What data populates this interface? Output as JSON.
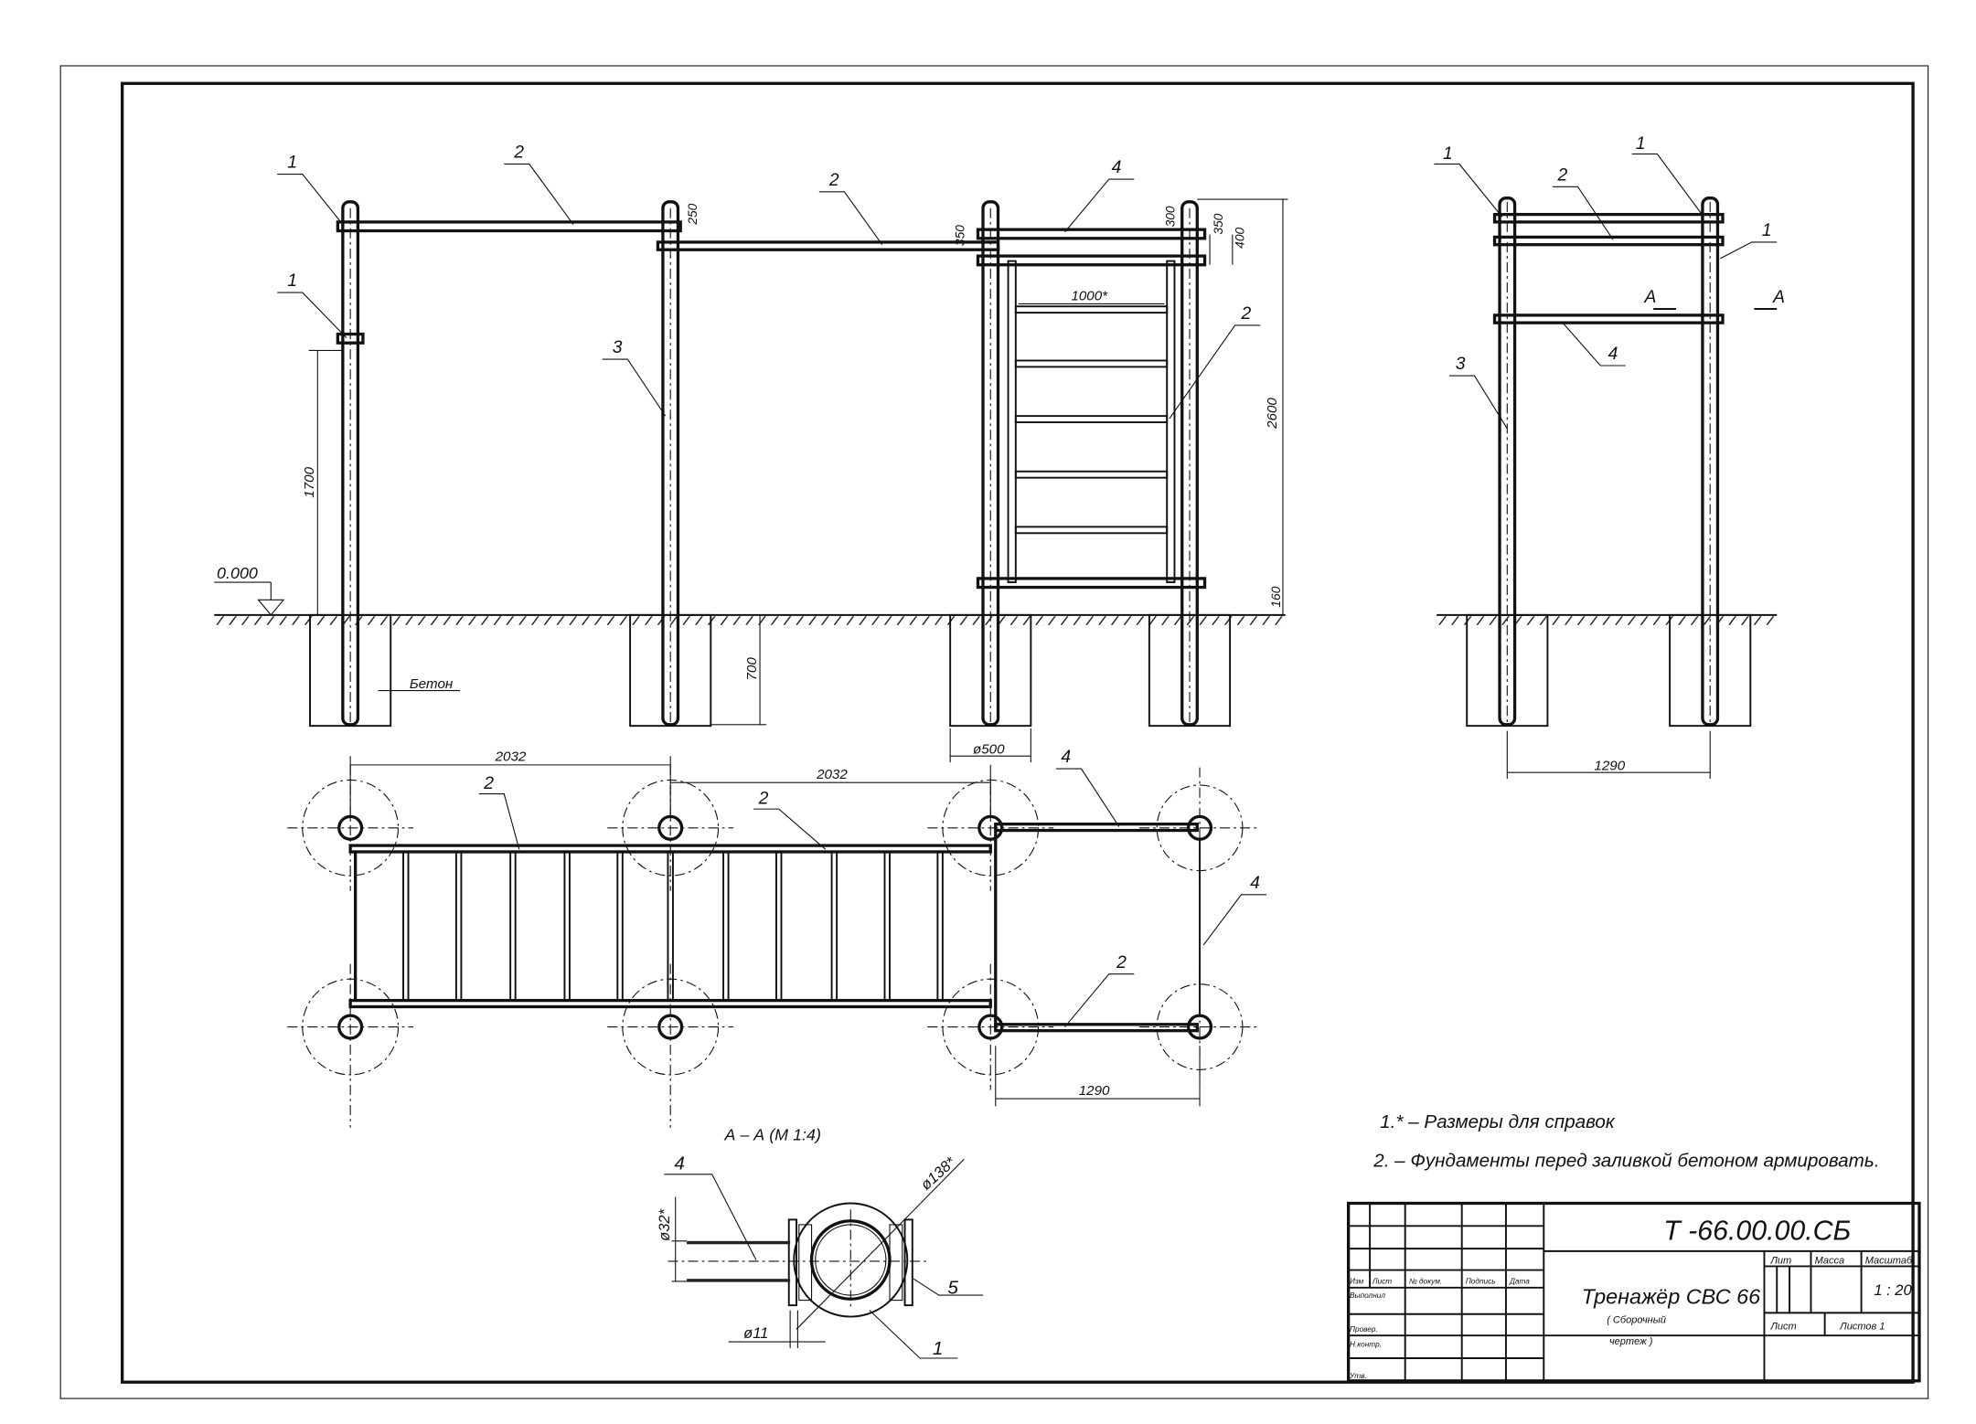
{
  "drawing": {
    "designation": "Т -66.00.00.СБ",
    "title": "Тренажёр СВС 66",
    "subtitle_line1": "( Сборочный",
    "subtitle_line2": "чертеж )",
    "scale": "1 : 20",
    "sheet_label": "Лист",
    "sheets_label": "Листов  1",
    "lit_label": "Лит",
    "mass_label": "Масса",
    "scale_label": "Масштаб"
  },
  "title_block_rows": {
    "header": [
      "Изм",
      "Лист",
      "№ докум.",
      "Подпись",
      "Дата"
    ],
    "roles": [
      "Выполнил",
      "Провер.",
      "Н.контр.",
      "Утв."
    ]
  },
  "notes": [
    "1.* – Размеры для справок",
    "2. – Фундаменты перед заливкой бетоном армировать."
  ],
  "front_view": {
    "level_mark": "0.000",
    "concrete_label": "Бетон",
    "dims": {
      "h1700": "1700",
      "h250": "250",
      "h350a": "350",
      "h300": "300",
      "h350b": "350",
      "h400": "400",
      "h2600": "2600",
      "h160": "160",
      "d700": "700",
      "d500": "ø500",
      "w1000": "1000*"
    },
    "callouts": [
      "1",
      "1",
      "2",
      "2",
      "3",
      "4",
      "2"
    ]
  },
  "side_view": {
    "dims": {
      "w1290": "1290"
    },
    "section_mark": "А",
    "callouts": [
      "1",
      "1",
      "2",
      "1",
      "3",
      "4"
    ]
  },
  "plan_view": {
    "dims": {
      "span1": "2032",
      "span2": "2032",
      "w1290": "1290"
    },
    "callouts": [
      "2",
      "2",
      "4",
      "4",
      "2"
    ]
  },
  "section": {
    "title": "А – А (М 1:4)",
    "dims": {
      "d138": "ø138*",
      "d32": "ø32*",
      "d11": "ø11"
    },
    "callouts": [
      "4",
      "5",
      "1"
    ]
  }
}
